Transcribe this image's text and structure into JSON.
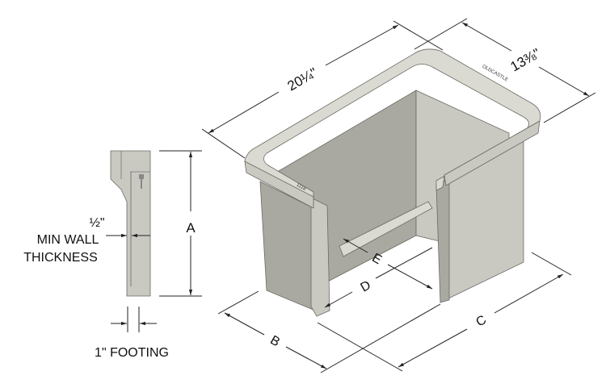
{
  "dimensions": {
    "length": "20¼\"",
    "width": "13⅜\"",
    "height_label": "A",
    "b_label": "B",
    "c_label": "C",
    "d_label": "D",
    "e_label": "E"
  },
  "profile": {
    "wall_value": "½\"",
    "wall_line1": "MIN WALL",
    "wall_line2": "THICKNESS",
    "footing": "1\" FOOTING"
  },
  "markings": {
    "brand": "OLDCASTLE",
    "model": "1118"
  },
  "colors": {
    "concrete": "#c9c9c2",
    "line": "#222222"
  }
}
